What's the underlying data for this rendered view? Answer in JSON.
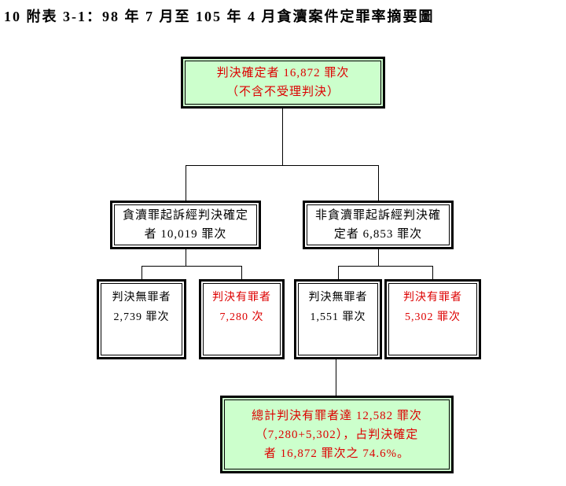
{
  "title": "10 附表 3-1：98 年 7 月至 105 年 4 月貪瀆案件定罪率摘要圖",
  "colors": {
    "green_fill": "#ccffcc",
    "red_text": "#dd0000",
    "line": "#000000"
  },
  "boxes": {
    "root": {
      "lines": [
        "判決確定者 16,872 罪次",
        "（不含不受理判決）"
      ]
    },
    "corruption_branch": {
      "lines": [
        "貪瀆罪起訴經判決確定",
        "者 10,019 罪次"
      ]
    },
    "non_corruption_branch": {
      "lines": [
        "非貪瀆罪起訴經判決確",
        "定者 6,853 罪次"
      ]
    },
    "corruption_acquitted": {
      "lines": [
        "判決無罪者",
        "2,739 罪次"
      ]
    },
    "corruption_convicted": {
      "lines": [
        "判決有罪者",
        "7,280 次"
      ]
    },
    "non_corruption_acquitted": {
      "lines": [
        "判決無罪者",
        "1,551 罪次"
      ]
    },
    "non_corruption_convicted": {
      "lines": [
        "判決有罪者",
        "5,302 罪次"
      ]
    },
    "total": {
      "lines": [
        "總計判決有罪者達 12,582 罪次",
        "（7,280+5,302），占判決確定",
        "者 16,872 罪次之 74.6%。"
      ]
    }
  }
}
